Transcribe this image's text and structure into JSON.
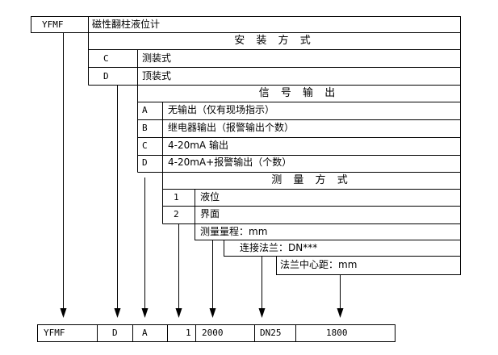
{
  "model": {
    "code": "YFMF",
    "name": "磁性翻柱液位计"
  },
  "install": {
    "header": "安 装 方 式",
    "options": [
      {
        "code": "C",
        "label": "测装式"
      },
      {
        "code": "D",
        "label": "顶装式"
      }
    ]
  },
  "signal": {
    "header": "信 号 输 出",
    "options": [
      {
        "code": "A",
        "label": "无输出（仅有现场指示）"
      },
      {
        "code": "B",
        "label": "继电器输出（报警输出个数）"
      },
      {
        "code": "C",
        "label": "4-20mA 输出"
      },
      {
        "code": "D",
        "label": "4-20mA+报警输出（个数）"
      }
    ]
  },
  "measure": {
    "header": "测 量 方 式",
    "options": [
      {
        "code": "1",
        "label": "液位"
      },
      {
        "code": "2",
        "label": "界面"
      }
    ]
  },
  "range_label": "测量量程：mm",
  "flange_label": "连接法兰：DN***",
  "center_label": "法兰中心距：mm",
  "example": [
    "YFMF",
    "D",
    "A",
    "1",
    "2000",
    "DN25",
    "1800"
  ]
}
